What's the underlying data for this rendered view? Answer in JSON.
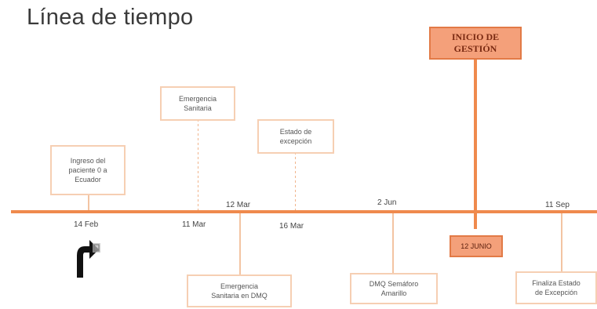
{
  "slide": {
    "title": "Línea de tiempo"
  },
  "events": {
    "e1": {
      "label": "Ingreso del\npaciente 0 a\nEcuador",
      "date": "14 Feb"
    },
    "e2": {
      "label": "Emergencia\nSanitaria",
      "date": "11 Mar"
    },
    "e3": {
      "label": "Emergencia\nSanitaria en DMQ",
      "date": "12 Mar"
    },
    "e4": {
      "label": "Estado de\nexcepción",
      "date": "16 Mar"
    },
    "e5": {
      "label": "DMQ Semáforo\nAmarillo",
      "date": "2 Jun"
    },
    "e6": {
      "label": "INICIO DE\nGESTIÓN",
      "date": "12 JUNIO"
    },
    "e7": {
      "label": "Finaliza Estado\nde Excepción",
      "date": "11 Sep"
    }
  },
  "colors": {
    "axis": "#ef8a4d",
    "box_border": "#f6cfb3",
    "highlight": "#f4a07a"
  },
  "icons": {
    "pointer": "hand-pointer-icon"
  }
}
